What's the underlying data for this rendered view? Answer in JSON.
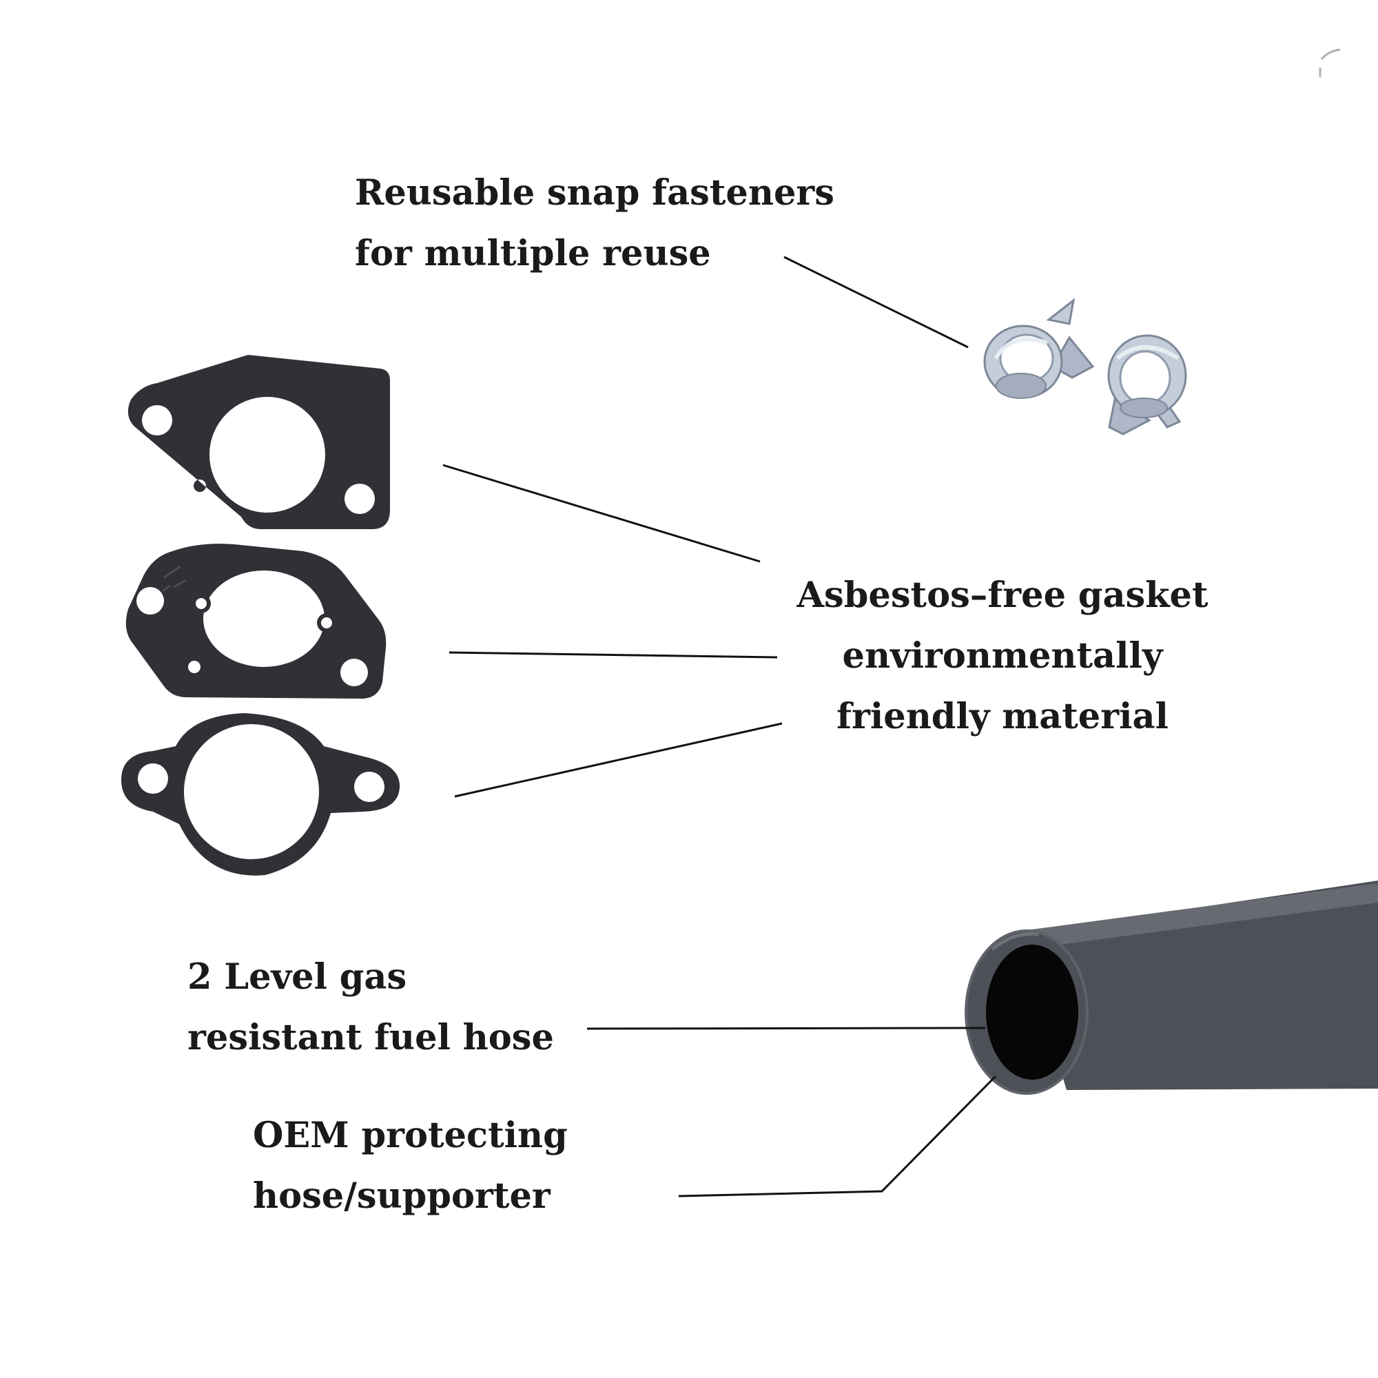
{
  "colors": {
    "background": "#ffffff",
    "text": "#1a1a1a",
    "gasket": "#2f3136",
    "gasket_hole": "#ffffff",
    "clamp": "#b8c3d3",
    "clamp_shadow": "#7c8797",
    "hose_body": "#4d5157",
    "hose_highlight": "#676b71",
    "hose_bore": "#060606",
    "callout_line": "#111111"
  },
  "callouts": {
    "clamps": {
      "line1": "Reusable snap fasteners",
      "line2": "for multiple reuse"
    },
    "gasket": {
      "line1": "Asbestos–free gasket",
      "line2": "environmentally",
      "line3": "friendly material"
    },
    "fuel_hose": {
      "line1": "2 Level gas",
      "line2": "resistant fuel hose"
    },
    "protecting_hose": {
      "line1": "OEM protecting",
      "line2": "hose/supporter"
    }
  },
  "parts": [
    {
      "name": "spring-clamp",
      "count": 2
    },
    {
      "name": "carburetor-gasket",
      "count": 3
    },
    {
      "name": "fuel-hose",
      "count": 1
    }
  ]
}
